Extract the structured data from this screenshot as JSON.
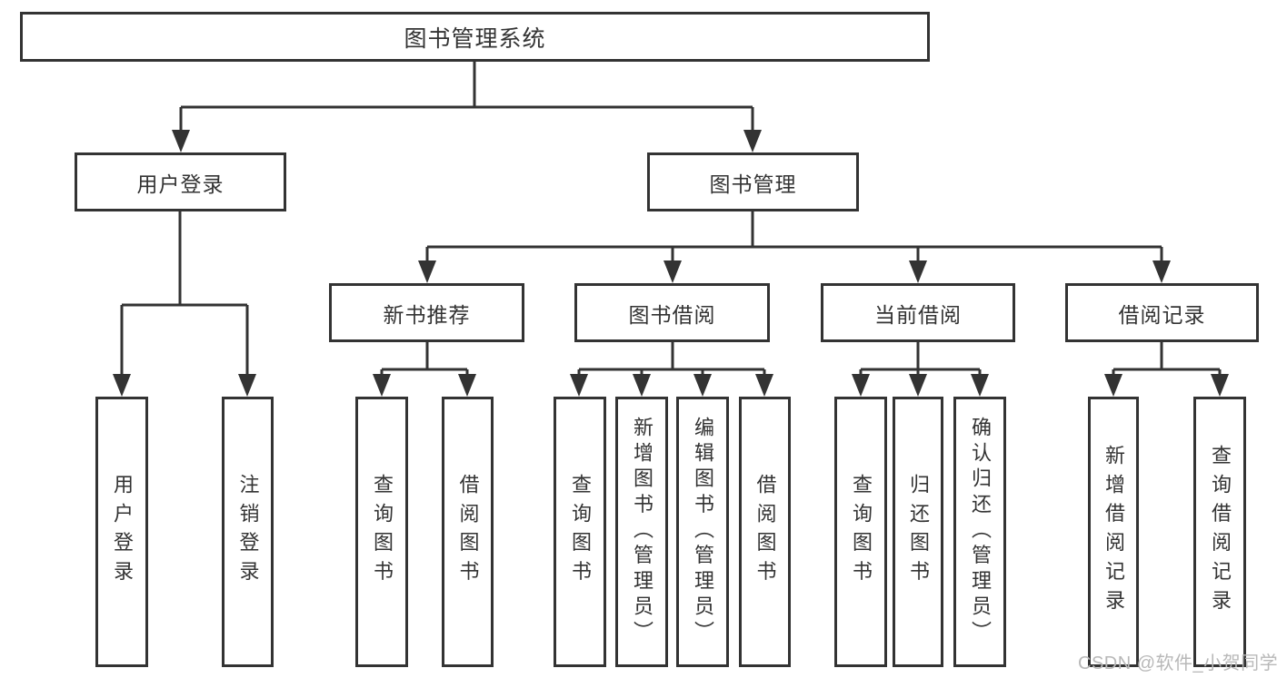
{
  "diagram": {
    "root": {
      "label": "图书管理系统"
    },
    "level2": [
      {
        "label": "用户登录"
      },
      {
        "label": "图书管理"
      }
    ],
    "level3": [
      {
        "label": "新书推荐"
      },
      {
        "label": "图书借阅"
      },
      {
        "label": "当前借阅"
      },
      {
        "label": "借阅记录"
      }
    ],
    "leaves": [
      {
        "label": "用户登录"
      },
      {
        "label": "注销登录"
      },
      {
        "label": "查询图书"
      },
      {
        "label": "借阅图书"
      },
      {
        "label": "查询图书"
      },
      {
        "label": "新增图书（管理员）"
      },
      {
        "label": "编辑图书（管理员）"
      },
      {
        "label": "借阅图书"
      },
      {
        "label": "查询图书"
      },
      {
        "label": "归还图书"
      },
      {
        "label": "确认归还（管理员）"
      },
      {
        "label": "新增借阅记录"
      },
      {
        "label": "查询借阅记录"
      }
    ],
    "colors": {
      "line": "#333333",
      "text": "#333333",
      "box_background": "#ffffff",
      "watermark": "#b8b8b8"
    }
  },
  "watermark": {
    "text": "CSDN @软件_小贺同学"
  }
}
